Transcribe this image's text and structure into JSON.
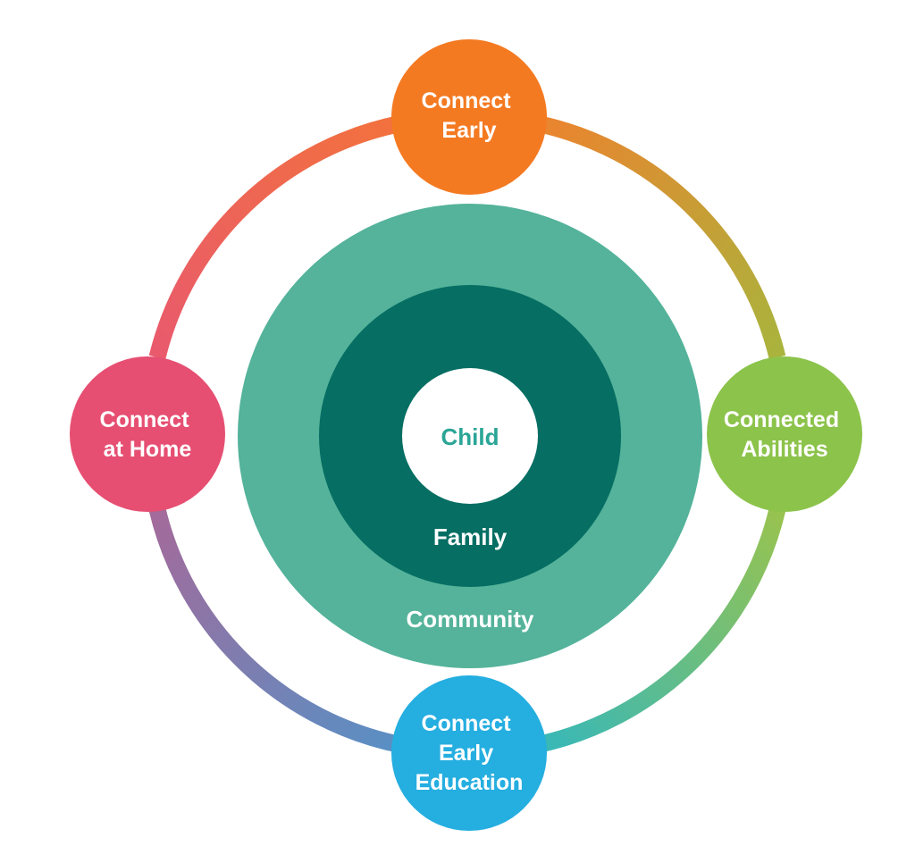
{
  "center": {
    "child_label": "Child",
    "family_label": "Family",
    "community_label": "Community"
  },
  "nodes": [
    {
      "id": "connect-early",
      "lines": [
        "Connect",
        "Early"
      ],
      "color": "#f47a22"
    },
    {
      "id": "connected-abilities",
      "lines": [
        "Connected",
        "Abilities"
      ],
      "color": "#8cc34b"
    },
    {
      "id": "connect-early-education",
      "lines": [
        "Connect",
        "Early",
        "Education"
      ],
      "color": "#25aee0"
    },
    {
      "id": "connect-at-home",
      "lines": [
        "Connect",
        "at Home"
      ],
      "color": "#e64f72"
    }
  ],
  "colors": {
    "community": "#54b39a",
    "family": "#066e63",
    "child_bg": "#ffffff",
    "child_text": "#2aa596",
    "node_text": "#ffffff",
    "ring_top_left": "#f2713e",
    "ring_top_right": "#d9a02d",
    "ring_right": "#9ac34d",
    "ring_bottom_right": "#39b8b6",
    "ring_bottom_left": "#5a8fc4",
    "ring_left_lower": "#a46a9a",
    "ring_left_upper": "#e95a6c"
  }
}
